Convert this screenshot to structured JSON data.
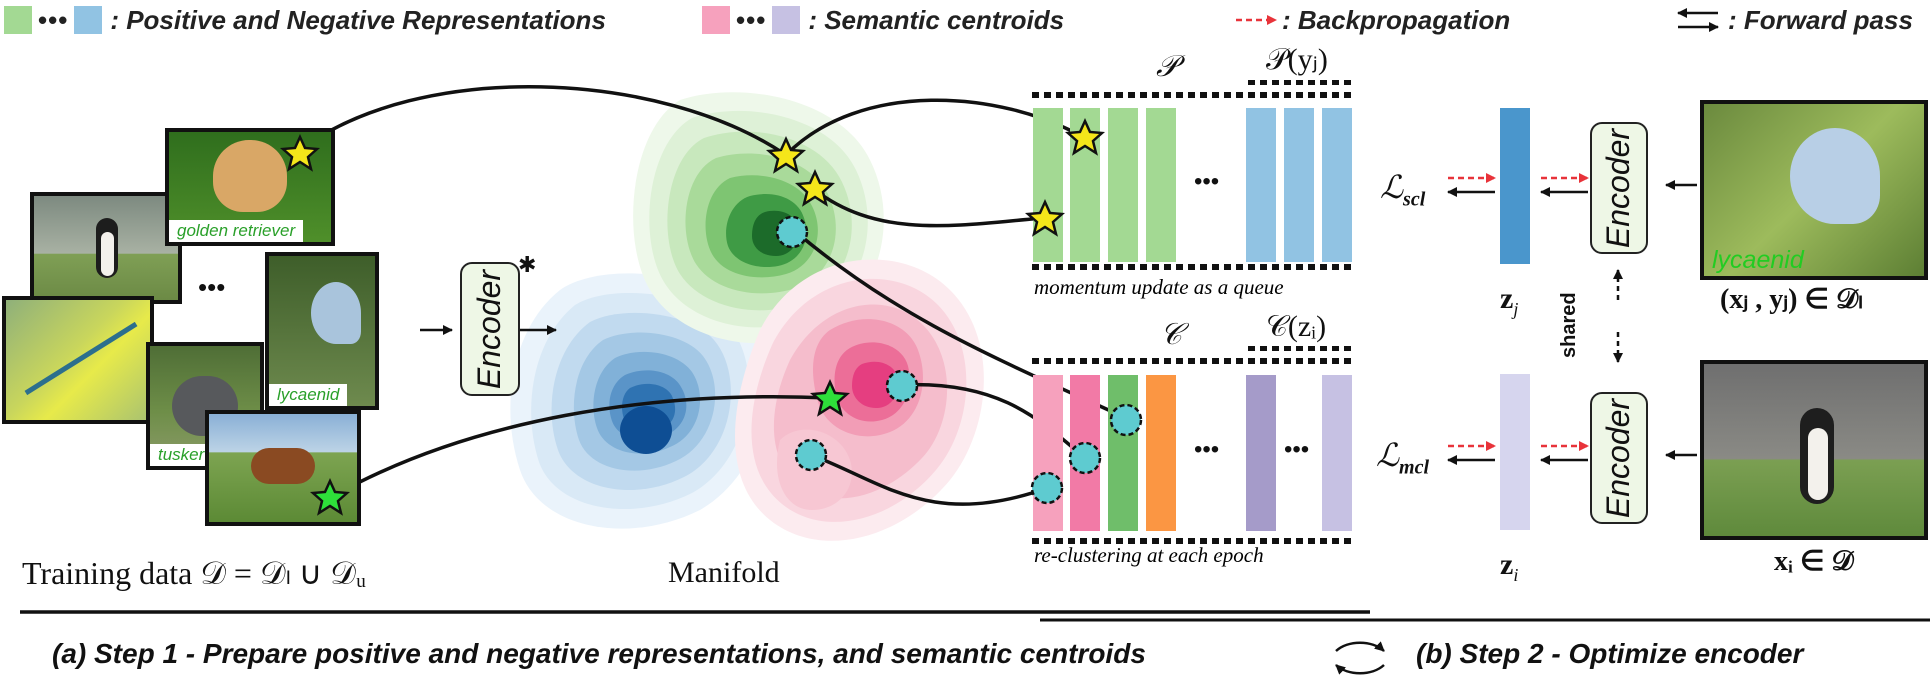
{
  "legend": {
    "pos_neg": ": Positive and Negative Representations",
    "centroids": ": Semantic centroids",
    "backprop": ": Backpropagation",
    "forward": ": Forward pass",
    "ellipsis": "•••"
  },
  "colors": {
    "green": "#a3d993",
    "blue": "#91c3e3",
    "pink": "#f6a1bd",
    "lavender": "#c6c1e3",
    "arrow_red": "#e8333a"
  },
  "step1": {
    "encoder_label": "Encoder",
    "training_caption": "Training data 𝒟 = 𝒟ₗ ∪ 𝒟ᵤ",
    "manifold_caption": "Manifold",
    "images": [
      "golden retriever",
      "lycaenid",
      "tusker"
    ],
    "ellipsis": "•••",
    "queue": {
      "P_label": "𝒫",
      "Py_label": "𝒫(yⱼ)",
      "caption": "momentum update as a queue",
      "ellipsis": "•••"
    },
    "centroids": {
      "C_label": "𝒞",
      "Cz_label": "𝒞(zᵢ)",
      "caption": "re-clustering at each epoch",
      "ellipsis": "•••"
    }
  },
  "step2": {
    "loss_scl": "ℒ",
    "loss_scl_sub": "scl",
    "loss_mcl": "ℒ",
    "loss_mcl_sub": "mcl",
    "zj": "z",
    "zj_sub": "j",
    "zi": "z",
    "zi_sub": "i",
    "encoder_top": "Encoder",
    "encoder_bottom": "Encoder",
    "shared": "shared",
    "image_top_label": "lycaenid",
    "caption_top": "(xⱼ , yⱼ) ∈ 𝒟ₗ",
    "caption_bottom": "xᵢ ∈ 𝒟"
  },
  "captions": {
    "step1": "(a) Step 1 - Prepare positive and negative representations, and semantic centroids",
    "step2": "(b) Step 2 - Optimize encoder"
  }
}
